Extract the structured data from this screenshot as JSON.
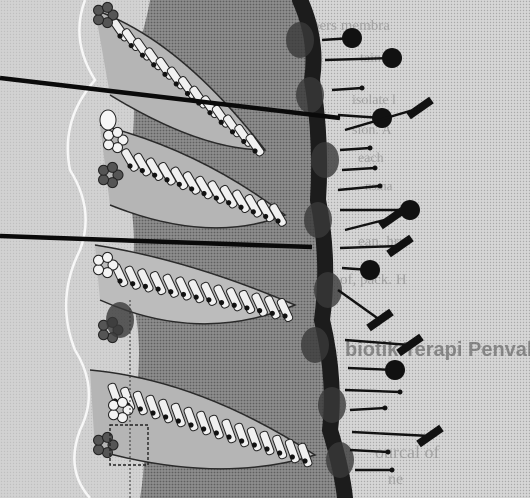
{
  "photo": {
    "kind": "grayscale halftone scan of a printed illustration",
    "subject": "stylized cross-section of a folded tissue layer with rows of small pin-shaped and club-shaped projections along a dark border"
  },
  "bleed_through_text": {
    "lines": [
      "bers membra",
      "tain me",
      "isolate l",
      "sion. A",
      "each",
      "nsma",
      "ean, hrp",
      "of, pack. H",
      "biotik Terapi Penvaki",
      "ourcal of",
      "ne"
    ]
  },
  "palette": {
    "paper": "#dcdcdc",
    "paper_dark": "#c4c4c4",
    "tissue": "#8a8a8a",
    "tissue_dark": "#6a6a6a",
    "border": "#1c1c1c",
    "pin": "#111111",
    "cell": "#f0f0f0",
    "leader": "#0a0a0a"
  }
}
